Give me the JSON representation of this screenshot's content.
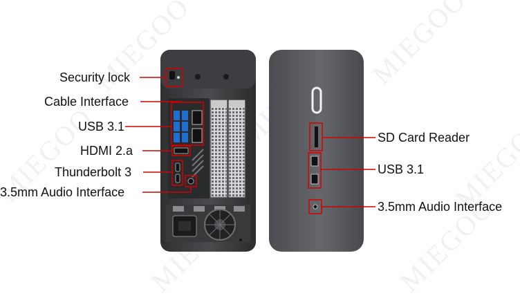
{
  "watermark": "MIEGOO",
  "left_labels": [
    {
      "key": "security",
      "text": "Security lock"
    },
    {
      "key": "cable",
      "text": "Cable Interface"
    },
    {
      "key": "usb",
      "text": "USB 3.1"
    },
    {
      "key": "hdmi",
      "text": "HDMI 2.a"
    },
    {
      "key": "thunderbolt",
      "text": "Thunderbolt 3"
    },
    {
      "key": "audio",
      "text": "3.5mm Audio Interface"
    }
  ],
  "right_labels": [
    {
      "key": "sd",
      "text": "SD Card Reader"
    },
    {
      "key": "usb",
      "text": "USB 3.1"
    },
    {
      "key": "audio",
      "text": "3.5mm Audio Interface"
    }
  ],
  "colors": {
    "callout": "#d40000",
    "chassis_dark": "#3a3b3d",
    "chassis_mid": "#5a5b5e",
    "usb_blue": "#1f6fd1"
  }
}
